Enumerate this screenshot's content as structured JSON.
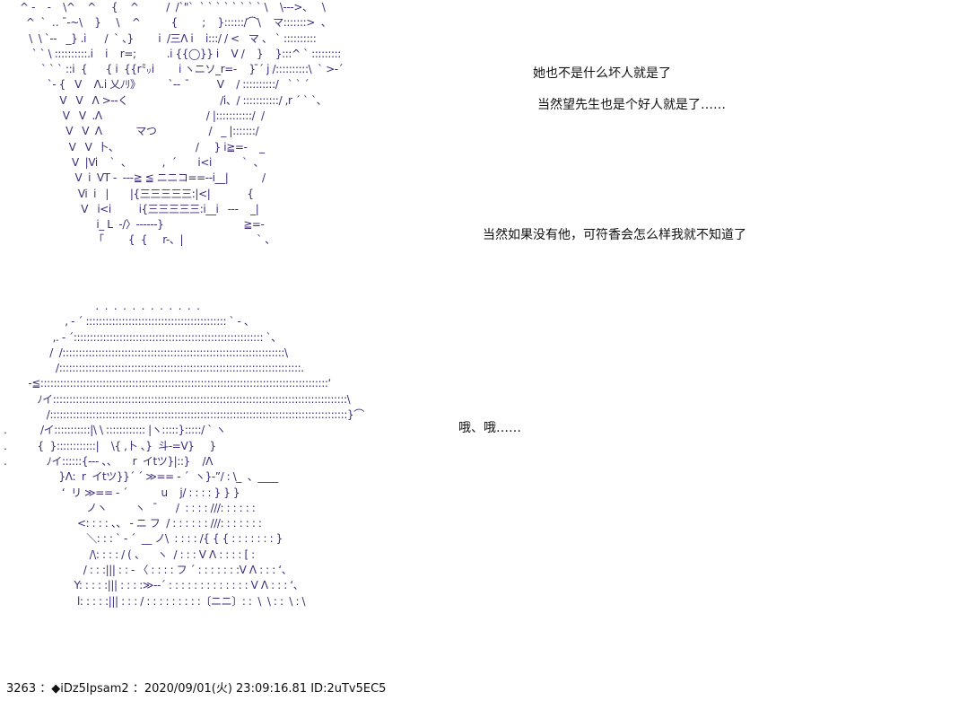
{
  "art": {
    "top": "^ -    -    \\^    ^     {    ^         /  /`\"`  ` ` ` ` ` ` ` ` \\    \\--->、   \\\n  ^  `  ‥ ¯-~\\    }     \\    ^          {        ;    }::::::/⌒\\    マ:::::::>  、\n   \\  \\ `--   _} .i      /  ` 、}        i  /三Λ i    i:::/ / <   マ 、 ` ::::::::::\n    ` ` \\ ::::::::::.i    i    r=;          .i {{◯}} i    V /    }    }:::^ ` :::::::::\n       ` ` ` ::i  {      { i  {{r㍉i        i ヽニソ_r=-    } ̄´ j /::::::::::\\  ` >‐´\n         `‐ {   V    Λ.i 乂ﾉﾘ》         `‐-   ̄         V    / ::::::::::/   ` ` ´\n             V   V   Λ >--く                              /i、/ :::::::::::/ ,r ´ ` `、\n              V   V  .Λ                                  / |:::::::::::/  /\n               V   V  Λ           マつ                 /   _ |:::::::/\n                V   V  卜、                         /     } i≧=-    _\n                 V  |Vi    `  、          ,  ´       i<i          `  、\n                  V  i  VT -  ---≧ ≦ ニニコ==--i__|           /\n                   Vi  i   |       |{三三三三三:|<|            {\n                    V   i<i         i{三三三三三:i__i   ---    _|\n                         i_ L  ‐/〉------}                          ≧=-\n                        「        {  {     r-、|                        ` 、",
    "bottom": "                              .  .  .  .  .  .  .  .  .  .  .  .\n                    , ‐ ´ ::::::::::::::::::::::::::::::::::::::::::: ` ‐ 、\n                ,. ‐ ´:::::::::::::::::::::::::::::::::::::::::::::::::::::::::: `、\n               /  /::::::::::::::::::::::::::::::::::::::::::::::::::::::::::::::::::::\\\n                 /::::::::::::::::::::::::::::::::::::::::::::::::::::::::::::::::::::::::::.\n        ‐≦::::::::::::::::::::::::::::::::::::::::::::::::::::::::::::::::::::::::::::::::::::::::‘\n           ﾉイ::::::::::::::::::::::::::::::::::::::::::::::::::::::::::::::::::::::::::::::::::::::::::\\\n              /:::::::::::::::::::::::::::::::::::::::::::::::::::::::::::::::::::::::::::::::::::::::::::}⌒\n.           /イ:::::::::::|\\ \\ :::::::::::: |ヽ:::::}:::::/ ` ヽ\n.          {  }::::::::::::|    \\{ ,卜 、}  斗-=V}     }\n.             ﾉイ::::::{--- 、、     r  イtツ}|::}    /Λ\n                  }Λ:  r  イtツ}}´ ´ ≫== - ´  ヽ}-”/ : \\_  、____\n                   ‘  リ ≫== - ´           u    j/ : : : : } } }\n                           ノヽ         ヽ    ̄      /  : : : : ///: : : : : :\n                        <: : : : 、、 - ニ フ  / : : : : : : ///: : : : : : :\n                           ＼: : : ` - ´  __ ノ\\  : : : : /{ { { : : : : : : : }\n                            /\\: : : : / ( 、    ヽ  / : : : V Λ : : : : [ :\n                          / : : :||| : : - 〈 : : : : フ ´ : : : : : : :V Λ : : : ‘、\n                       Y: : : : :||| : : : :≫-‐´ : : : : : : : : : : : : : V Λ : : : ‘、\n                        l: : : : :||| : : : / : : : : : : : : :〔ニニ〕: :  \\  \\ : :  \\ : \\"
  },
  "dialogue": {
    "line_1": "她也不是什么坏人就是了",
    "line_2": "当然望先生也是个好人就是了……",
    "line_3": "当然如果没有他，可符香会怎么样我就不知道了",
    "line_4": "哦、哦……"
  },
  "footer": {
    "post_info": "3263 ：◆iDz5Ipsam2 ：2020/09/01(火) 23:09:16.81 ID:2uTv5EC5"
  }
}
